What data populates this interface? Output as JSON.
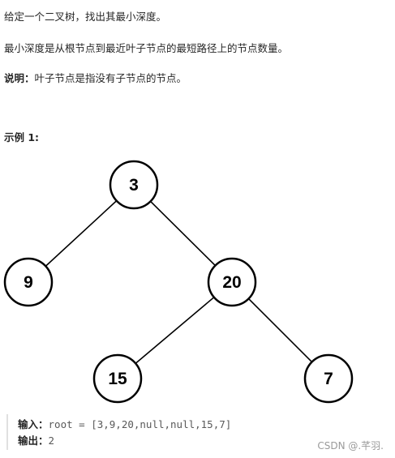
{
  "problem": {
    "line1": "给定一个二叉树，找出其最小深度。",
    "line2": "最小深度是从根节点到最近叶子节点的最短路径上的节点数量。",
    "note_label": "说明：",
    "note_text": "叶子节点是指没有子节点的节点。"
  },
  "example": {
    "title": "示例 1:",
    "input_label": "输入：",
    "input_value": "root = [3,9,20,null,null,15,7]",
    "output_label": "输出：",
    "output_value": "2"
  },
  "tree": {
    "nodes": [
      {
        "id": "n3",
        "label": "3"
      },
      {
        "id": "n9",
        "label": "9"
      },
      {
        "id": "n20",
        "label": "20"
      },
      {
        "id": "n15",
        "label": "15"
      },
      {
        "id": "n7",
        "label": "7"
      }
    ],
    "edges": [
      {
        "from": "n3",
        "to": "n9"
      },
      {
        "from": "n3",
        "to": "n20"
      },
      {
        "from": "n20",
        "to": "n15"
      },
      {
        "from": "n20",
        "to": "n7"
      }
    ]
  },
  "watermark": "CSDN @.芊羽."
}
